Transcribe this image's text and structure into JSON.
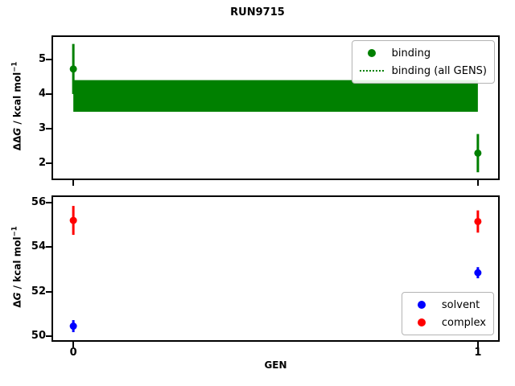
{
  "figure": {
    "title": "RUN9715",
    "background": "#ffffff",
    "frame_color": "#000000"
  },
  "xlabel": "GEN",
  "chart_data": [
    {
      "type": "scatter",
      "subplot": "top",
      "ylabel": {
        "prefix": "ΔΔ",
        "var": "G",
        "unit": " / kcal mol",
        "sup": "−1",
        "text": "ΔΔG / kcal mol⁻¹"
      },
      "xlim": [
        -0.05,
        1.05
      ],
      "ylim": [
        1.57,
        5.64
      ],
      "ytick_values": [
        2,
        3,
        4,
        5
      ],
      "yticks": [
        "2",
        "3",
        "4",
        "5"
      ],
      "xtick_values": [
        0,
        1
      ],
      "grid": false,
      "legend_position": "upper right",
      "series": [
        {
          "name": "binding",
          "style": "errorbar-scatter",
          "color": "#008000",
          "x": [
            0,
            1
          ],
          "y": [
            4.72,
            2.3
          ],
          "yerr": [
            0.72,
            0.55
          ]
        },
        {
          "name": "binding (all GENS)",
          "style": "band",
          "linestyle": "dotted",
          "color": "#008000",
          "x_range": [
            0,
            1
          ],
          "y_center": 3.95,
          "y_low": 3.49,
          "y_high": 4.4
        }
      ]
    },
    {
      "type": "scatter",
      "subplot": "bottom",
      "xlabel": "GEN",
      "ylabel": {
        "prefix": "Δ",
        "var": "G",
        "unit": " / kcal mol",
        "sup": "−1",
        "text": "ΔG / kcal mol⁻¹"
      },
      "xlim": [
        -0.05,
        1.05
      ],
      "ylim": [
        49.82,
        56.25
      ],
      "ytick_values": [
        50,
        52,
        54,
        56
      ],
      "yticks": [
        "50",
        "52",
        "54",
        "56"
      ],
      "xtick_values": [
        0,
        1
      ],
      "xticks": [
        "0",
        "1"
      ],
      "grid": false,
      "legend_position": "lower right",
      "series": [
        {
          "name": "solvent",
          "style": "errorbar-scatter",
          "color": "#0000ff",
          "x": [
            0,
            1
          ],
          "y": [
            50.45,
            52.85
          ],
          "yerr": [
            0.27,
            0.25
          ]
        },
        {
          "name": "complex",
          "style": "errorbar-scatter",
          "color": "#ff0000",
          "x": [
            0,
            1
          ],
          "y": [
            55.2,
            55.15
          ],
          "yerr": [
            0.65,
            0.5
          ]
        }
      ]
    }
  ]
}
